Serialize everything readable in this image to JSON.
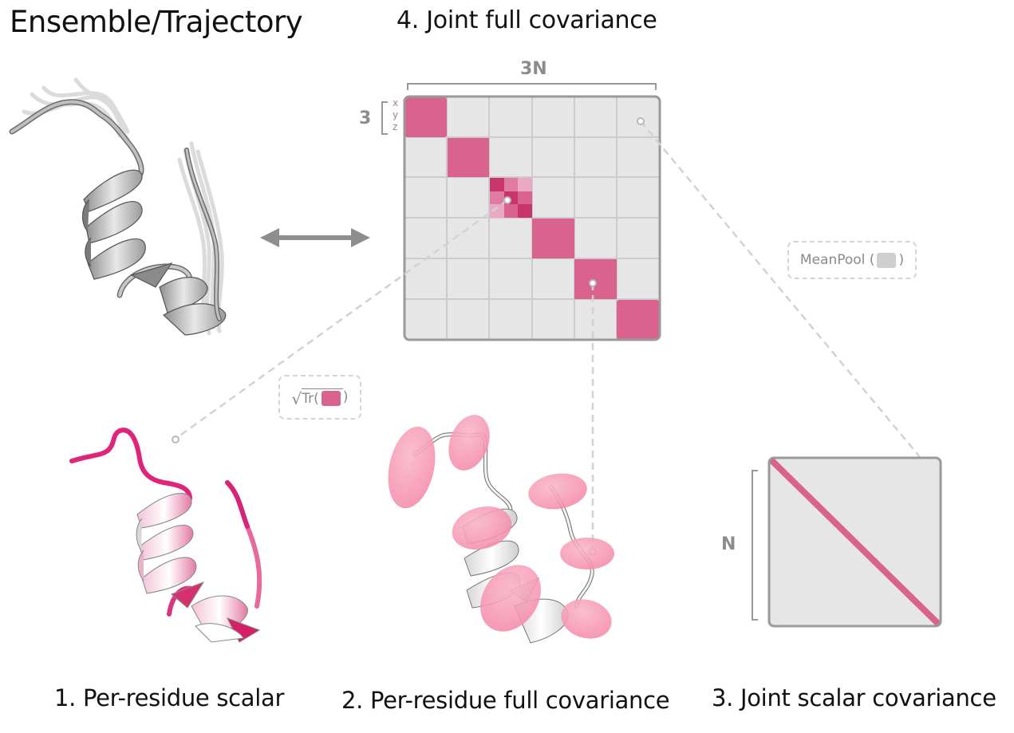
{
  "titles": {
    "ensemble": "Ensemble/Trajectory",
    "joint_full": "4. Joint full covariance"
  },
  "bottom_labels": {
    "per_residue_scalar": "1. Per-residue scalar",
    "per_residue_full": "2. Per-residue full covariance",
    "joint_scalar": "3. Joint scalar covariance"
  },
  "matrix": {
    "width_label": "3N",
    "block_label": "3",
    "axes": [
      "x",
      "y",
      "z"
    ],
    "grid_size": 6
  },
  "joint_scalar": {
    "size_label": "N"
  },
  "operations": {
    "meanpool_text": "MeanPool (",
    "meanpool_close": ")",
    "trace_text": "Tr(",
    "trace_close": ")"
  },
  "colors": {
    "pink_block": "#d9628f",
    "pink_dark": "#c93a6c",
    "matrix_bg": "#e6e6e6",
    "grid_line": "#cccccc",
    "frame": "#9a9a9a",
    "dashed": "#cfcfcf",
    "ellipsoid": "#f79bb5",
    "magenta": "#e0247a"
  }
}
